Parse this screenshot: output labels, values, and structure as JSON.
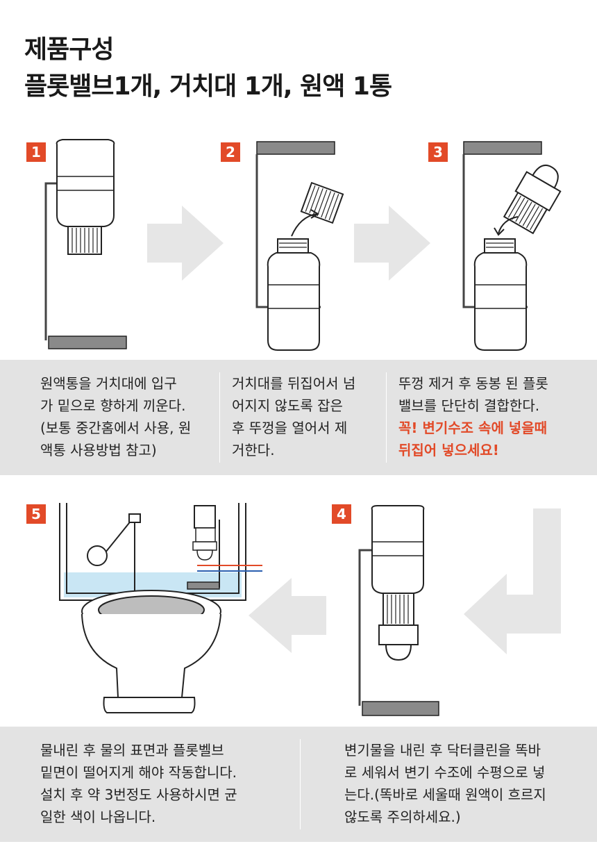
{
  "header": {
    "title_line1": "제품구성",
    "title_line2": "플롯밸브1개, 거치대 1개, 원액 1통"
  },
  "steps": [
    {
      "number": "1",
      "text": [
        "원액통을 거치대에 입구",
        "가 밑으로 향하게 끼운다.",
        "(보통 중간홈에서 사용, 원",
        "액통 사용방법 참고)"
      ]
    },
    {
      "number": "2",
      "text": [
        "거치대를 뒤집어서 넘",
        "어지지 않도록 잡은",
        "후 뚜껑을 열어서 제",
        "거한다."
      ]
    },
    {
      "number": "3",
      "text": [
        "뚜껑 제거 후 동봉 된 플롯",
        "밸브를 단단히 결합한다."
      ],
      "warning": [
        "꼭! 변기수조 속에 넣을때",
        "뒤집어 넣으세요!"
      ]
    },
    {
      "number": "4",
      "text": [
        "변기물을 내린 후 닥터클린을 똑바",
        "로 세워서 변기 수조에 수평으로 넣",
        "는다.(똑바로 세울때 원액이 흐르지",
        "않도록 주의하세요.)"
      ]
    },
    {
      "number": "5",
      "text": [
        "물내린 후 물의 표면과 플롯벨브",
        "밑면이 떨어지게 해야 작동합니다.",
        "설치 후 약 3번정도 사용하시면 균",
        "일한 색이 나옵니다."
      ]
    }
  ],
  "colors": {
    "accent": "#e24a28",
    "band": "#e3e3e3",
    "arrow": "#e6e6e6",
    "water": "#c9e6f4",
    "metal": "#8a8a8a"
  }
}
